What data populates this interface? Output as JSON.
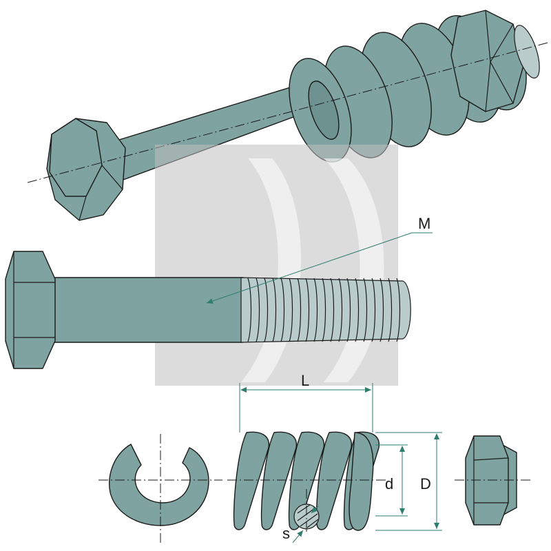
{
  "labels": {
    "thread": "M",
    "length": "L",
    "inner_diameter": "d",
    "outer_diameter": "D",
    "wire": "s"
  },
  "colors": {
    "part_fill": "#7fa3a0",
    "thread_fill": "#b9cccb",
    "outline": "#1a1a1a",
    "dimension": "#2f7d6d",
    "watermark": "#bfbfbf"
  },
  "parts": [
    {
      "name": "assembled-bolt-with-spring"
    },
    {
      "name": "hex-bolt"
    },
    {
      "name": "split-washer"
    },
    {
      "name": "compression-spring"
    },
    {
      "name": "lock-nut"
    }
  ]
}
